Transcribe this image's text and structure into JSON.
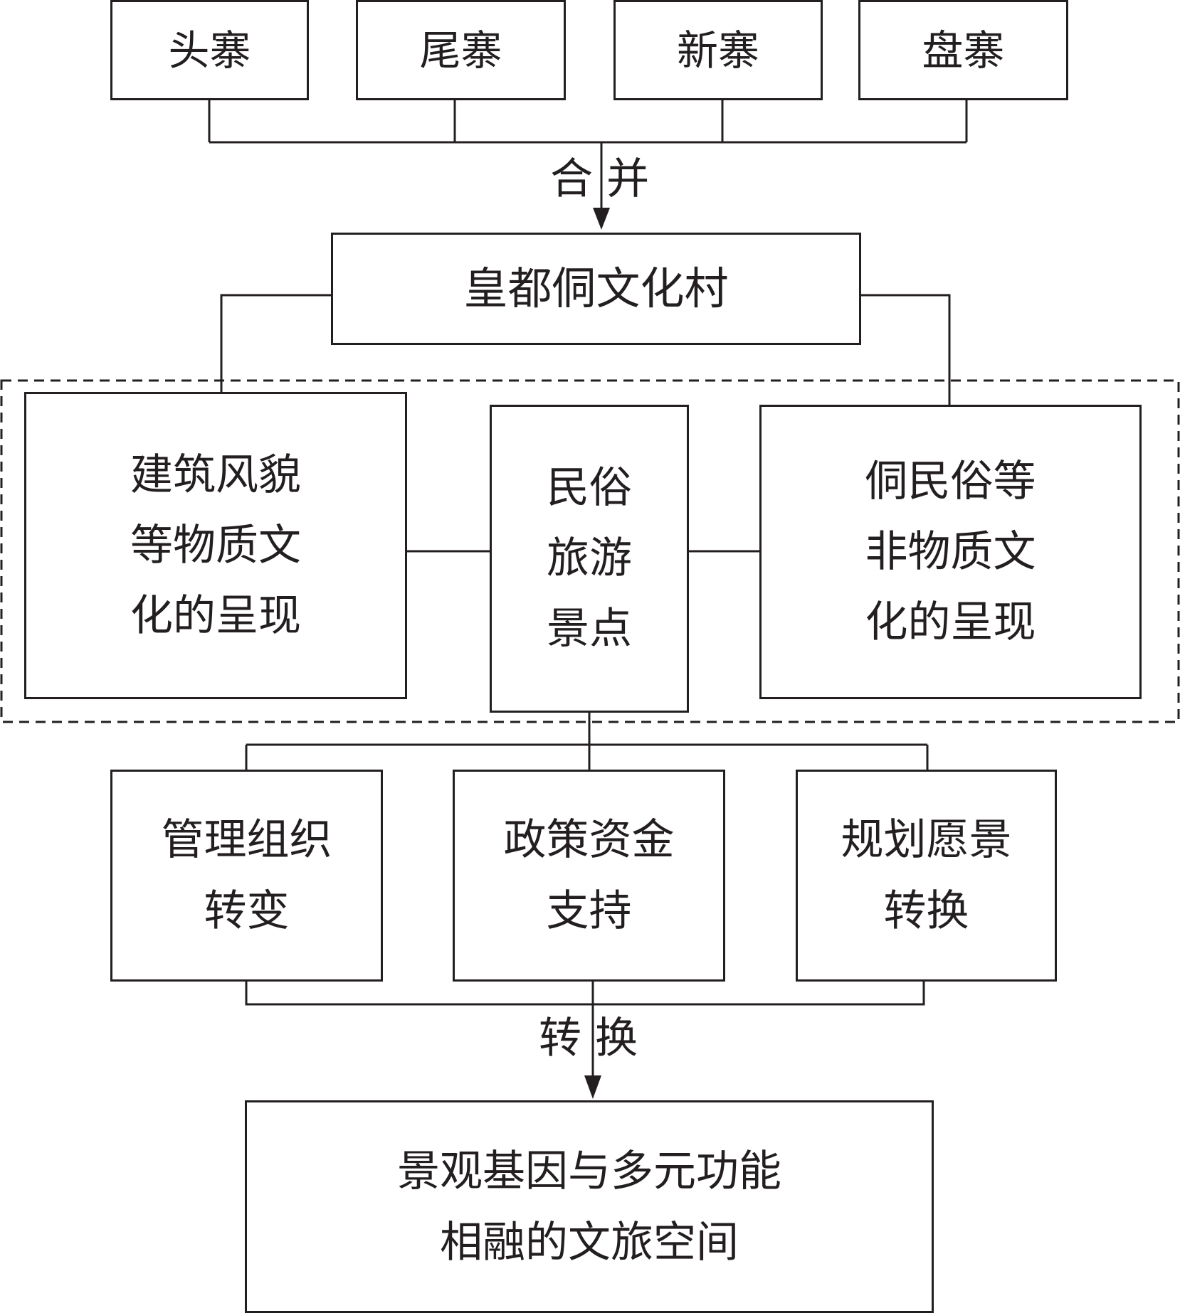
{
  "villages": [
    "头寨",
    "尾寨",
    "新寨",
    "盘寨"
  ],
  "merge_label": "合 并",
  "center": "皇都侗文化村",
  "dashed_group": {
    "left": "建筑风貌\n等物质文\n化的呈现",
    "middle": "民俗\n旅游\n景点",
    "right": "侗民俗等\n非物质文\n化的呈现"
  },
  "drivers": [
    "管理组织\n转变",
    "政策资金\n支持",
    "规划愿景\n转换"
  ],
  "transform_label": "转 换",
  "result": "景观基因与多元功能\n相融的文旅空间",
  "colors": {
    "stroke": "#231f20",
    "background": "#ffffff"
  }
}
